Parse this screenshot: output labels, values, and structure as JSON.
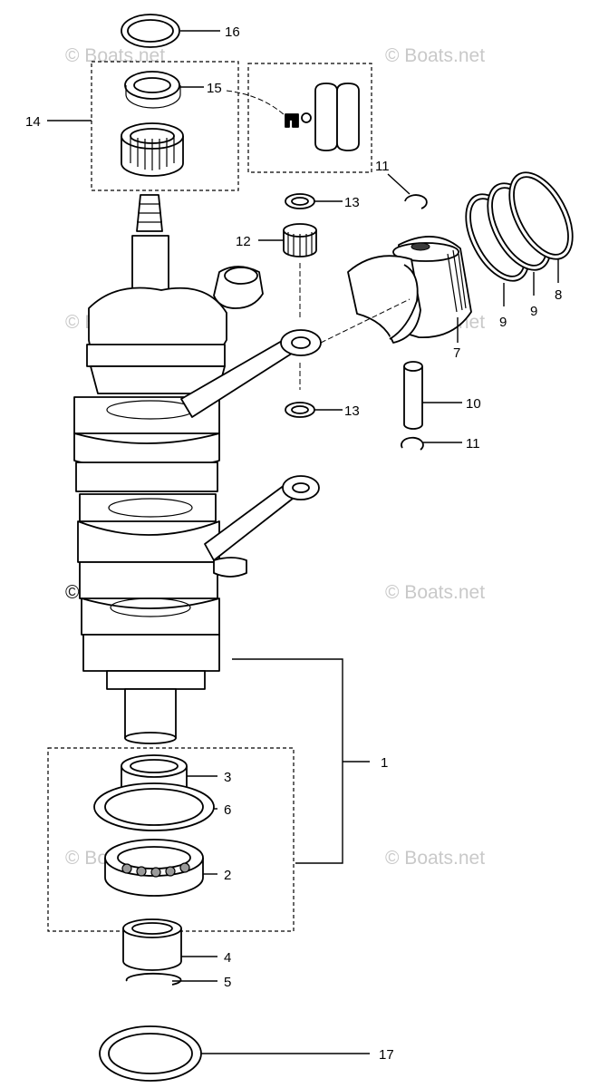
{
  "watermark": "© Boats.net",
  "callouts": {
    "c1": "1",
    "c2": "2",
    "c3": "3",
    "c4": "4",
    "c5": "5",
    "c6": "6",
    "c7": "7",
    "c8": "8",
    "c9a": "9",
    "c9b": "9",
    "c10": "10",
    "c11a": "11",
    "c11b": "11",
    "c12": "12",
    "c13a": "13",
    "c13b": "13",
    "c14": "14",
    "c15": "15",
    "c16": "16",
    "c17": "17"
  }
}
